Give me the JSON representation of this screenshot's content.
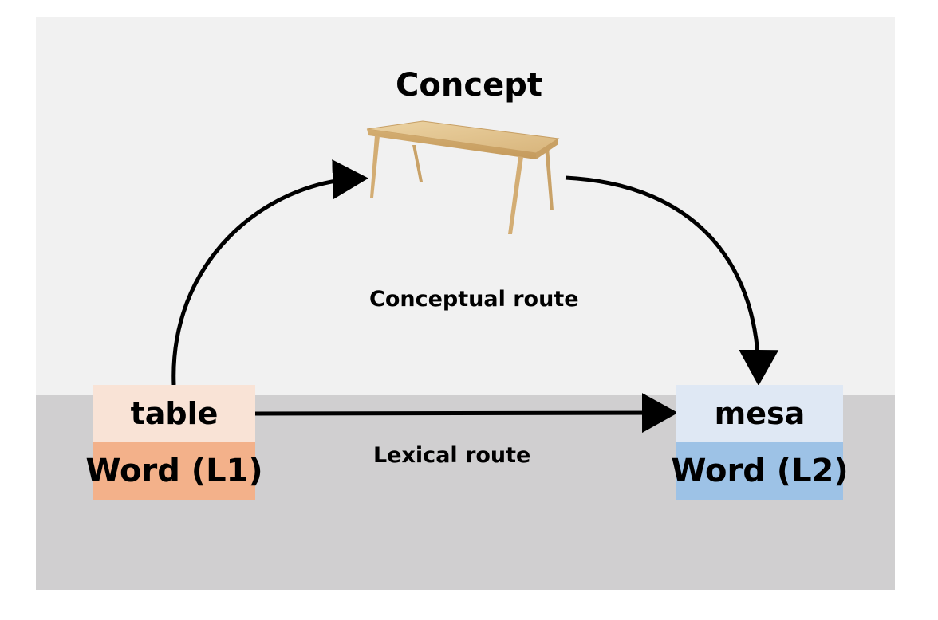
{
  "concept": {
    "title": "Concept",
    "image_icon": "table-icon"
  },
  "routes": {
    "conceptual": "Conceptual route",
    "lexical": "Lexical route"
  },
  "word_l1": {
    "word": "table",
    "label": "Word (L1)"
  },
  "word_l2": {
    "word": "mesa",
    "label": "Word (L2)"
  },
  "colors": {
    "upper_background": "#f1f1f1",
    "lower_background": "#d0cfd0",
    "l1_light": "#f9e3d6",
    "l1_dark": "#f3b18a",
    "l2_light": "#dfe8f4",
    "l2_dark": "#9dc2e6",
    "arrow": "#000000"
  }
}
